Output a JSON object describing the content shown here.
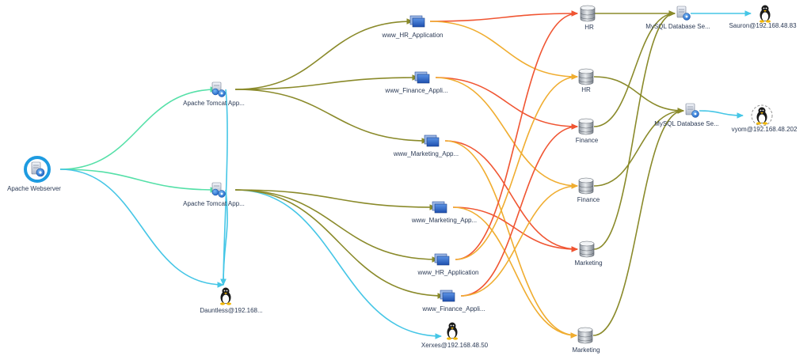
{
  "colors": {
    "tomcat_link": "#55e0a8",
    "host_link": "#45c6e6",
    "app_link": "#8a8a2a",
    "db_link_warm": "#f0ad30",
    "db_link_hot": "#f05532",
    "selected_ring": "#1e9be0"
  },
  "nodes": {
    "webserver": {
      "label": "Apache Webserver",
      "icon": "webserver-icon"
    },
    "tomcat1": {
      "label": "Apache Tomcat App...",
      "icon": "app-server-icon"
    },
    "tomcat2": {
      "label": "Apache Tomcat App...",
      "icon": "app-server-icon"
    },
    "dauntless": {
      "label": "Dauntless@192.168...",
      "icon": "linux-host-icon"
    },
    "xerxes": {
      "label": "Xerxes@192.168.48.50",
      "icon": "linux-host-icon"
    },
    "hr_app1": {
      "label": "www_HR_Application",
      "icon": "application-icon"
    },
    "fin_app1": {
      "label": "www_Finance_Appli...",
      "icon": "application-icon"
    },
    "mkt_app1": {
      "label": "www_Marketing_App...",
      "icon": "application-icon"
    },
    "mkt_app2": {
      "label": "www_Marketing_App...",
      "icon": "application-icon"
    },
    "hr_app2": {
      "label": "www_HR_Application",
      "icon": "application-icon"
    },
    "fin_app2": {
      "label": "www_Finance_Appli...",
      "icon": "application-icon"
    },
    "db_hr1": {
      "label": "HR",
      "icon": "database-icon"
    },
    "db_hr2": {
      "label": "HR",
      "icon": "database-icon"
    },
    "db_fin1": {
      "label": "Finance",
      "icon": "database-icon"
    },
    "db_fin2": {
      "label": "Finance",
      "icon": "database-icon"
    },
    "db_mkt1": {
      "label": "Marketing",
      "icon": "database-icon"
    },
    "db_mkt2": {
      "label": "Marketing",
      "icon": "database-icon"
    },
    "mysql1": {
      "label": "MySQL Database Se...",
      "icon": "db-server-icon"
    },
    "mysql2": {
      "label": "MySQL Database Se...",
      "icon": "db-server-icon"
    },
    "sauron": {
      "label": "Sauron@192.168.48.83",
      "icon": "linux-host-icon"
    },
    "vyom": {
      "label": "vyom@192.168.48.202",
      "icon": "linux-host-icon"
    }
  },
  "edges": [
    {
      "from": "webserver",
      "to": "tomcat1",
      "color": "tomcat_link"
    },
    {
      "from": "webserver",
      "to": "tomcat2",
      "color": "tomcat_link"
    },
    {
      "from": "webserver",
      "to": "dauntless",
      "color": "host_link"
    },
    {
      "from": "tomcat1",
      "to": "dauntless",
      "color": "host_link"
    },
    {
      "from": "tomcat2",
      "to": "dauntless",
      "color": "host_link"
    },
    {
      "from": "tomcat2",
      "to": "xerxes",
      "color": "host_link"
    },
    {
      "from": "tomcat1",
      "to": "hr_app1",
      "color": "app_link"
    },
    {
      "from": "tomcat1",
      "to": "fin_app1",
      "color": "app_link"
    },
    {
      "from": "tomcat1",
      "to": "mkt_app1",
      "color": "app_link"
    },
    {
      "from": "tomcat2",
      "to": "mkt_app2",
      "color": "app_link"
    },
    {
      "from": "tomcat2",
      "to": "hr_app2",
      "color": "app_link"
    },
    {
      "from": "tomcat2",
      "to": "fin_app2",
      "color": "app_link"
    },
    {
      "from": "hr_app1",
      "to": "db_hr1",
      "color": "db_link_hot"
    },
    {
      "from": "hr_app1",
      "to": "db_hr2",
      "color": "db_link_warm"
    },
    {
      "from": "fin_app1",
      "to": "db_fin1",
      "color": "db_link_hot"
    },
    {
      "from": "fin_app1",
      "to": "db_fin2",
      "color": "db_link_warm"
    },
    {
      "from": "mkt_app1",
      "to": "db_mkt1",
      "color": "db_link_hot"
    },
    {
      "from": "mkt_app1",
      "to": "db_mkt2",
      "color": "db_link_warm"
    },
    {
      "from": "mkt_app2",
      "to": "db_mkt1",
      "color": "db_link_hot"
    },
    {
      "from": "mkt_app2",
      "to": "db_mkt2",
      "color": "db_link_warm"
    },
    {
      "from": "hr_app2",
      "to": "db_hr1",
      "color": "db_link_hot"
    },
    {
      "from": "hr_app2",
      "to": "db_hr2",
      "color": "db_link_warm"
    },
    {
      "from": "fin_app2",
      "to": "db_fin1",
      "color": "db_link_hot"
    },
    {
      "from": "fin_app2",
      "to": "db_fin2",
      "color": "db_link_warm"
    },
    {
      "from": "db_hr1",
      "to": "mysql1",
      "color": "app_link"
    },
    {
      "from": "db_fin1",
      "to": "mysql1",
      "color": "app_link"
    },
    {
      "from": "db_mkt1",
      "to": "mysql1",
      "color": "app_link"
    },
    {
      "from": "db_hr2",
      "to": "mysql2",
      "color": "app_link"
    },
    {
      "from": "db_fin2",
      "to": "mysql2",
      "color": "app_link"
    },
    {
      "from": "db_mkt2",
      "to": "mysql2",
      "color": "app_link"
    },
    {
      "from": "mysql1",
      "to": "sauron",
      "color": "host_link"
    },
    {
      "from": "mysql2",
      "to": "vyom",
      "color": "host_link"
    }
  ]
}
